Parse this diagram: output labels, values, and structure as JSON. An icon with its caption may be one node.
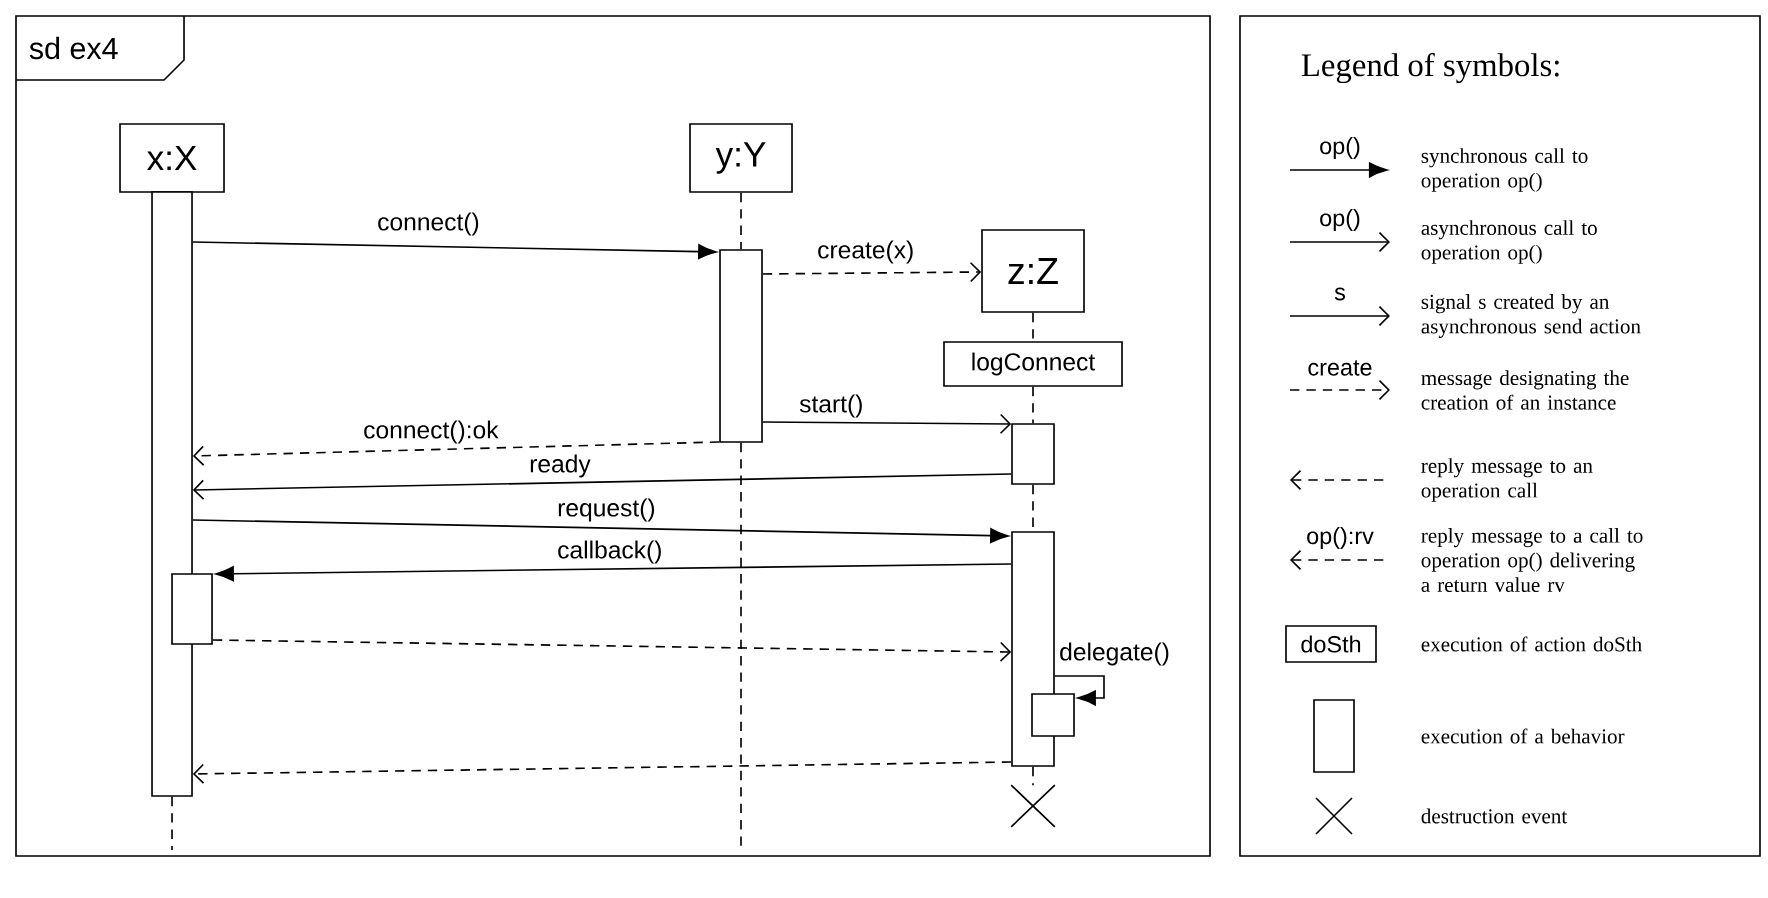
{
  "diagram": {
    "nodes": [
      {
        "text": [
          "sd ex4"
        ]
      },
      {
        "text": [
          "x:X"
        ],
        "in": 0
      },
      {
        "text": [
          "y:Y"
        ],
        "in": 0
      },
      {
        "text": [
          "z:Z"
        ],
        "in": 0
      },
      {
        "text": [
          "logConnect"
        ],
        "in": 0
      },
      {
        "text": [],
        "shape": "bar",
        "in": 0
      },
      {
        "text": [],
        "shape": "bar",
        "in": 0
      },
      {
        "text": [],
        "shape": "bar",
        "in": 0
      },
      {
        "text": [],
        "shape": "bar",
        "in": 0
      },
      {
        "text": [],
        "shape": "bar",
        "in": 0
      },
      {
        "text": [],
        "shape": "bar",
        "in": 0
      },
      {
        "text": [
          "Legend of symbols:"
        ]
      },
      {
        "text": [
          "doSth"
        ],
        "in": 11
      },
      {
        "text": [],
        "shape": "cross",
        "in": 0
      }
    ],
    "edges": [
      {
        "from": 5,
        "to": 7,
        "arrow": "to",
        "label": "connect()"
      },
      {
        "from": 7,
        "to": 3,
        "arrow": "to",
        "label": "create(x)",
        "style": "dashed"
      },
      {
        "from": 7,
        "to": 8,
        "arrow": "to",
        "label": "start()"
      },
      {
        "from": 7,
        "to": 5,
        "arrow": "to",
        "label": "connect():ok",
        "style": "dashed"
      },
      {
        "from": 8,
        "to": 5,
        "arrow": "to",
        "label": "ready"
      },
      {
        "from": 5,
        "to": 9,
        "arrow": "to",
        "label": "request()"
      },
      {
        "from": 9,
        "to": 6,
        "arrow": "to",
        "label": "callback()"
      },
      {
        "from": 6,
        "to": 9,
        "arrow": "to",
        "style": "dashed"
      },
      {
        "from": 9,
        "to": 10,
        "arrow": "to",
        "label": "delegate()"
      },
      {
        "from": 9,
        "to": 5,
        "arrow": "to",
        "style": "dashed"
      },
      {
        "from": 2,
        "to": 7,
        "arrow": "none",
        "style": "dashed"
      },
      {
        "from": 7,
        "to": null,
        "arrow": "none",
        "style": "dashed"
      },
      {
        "from": 5,
        "to": null,
        "arrow": "none",
        "style": "dashed"
      },
      {
        "from": 3,
        "to": 4,
        "arrow": "none",
        "style": "dashed"
      },
      {
        "from": 4,
        "to": 8,
        "arrow": "none",
        "style": "dashed"
      },
      {
        "from": 8,
        "to": 9,
        "arrow": "none",
        "style": "dashed"
      },
      {
        "from": 9,
        "to": 13,
        "arrow": "none",
        "style": "dashed"
      }
    ],
    "labels": [
      "op()",
      "op()",
      "s",
      "create",
      "op():rv"
    ],
    "legend": [
      {
        "text": "synchronous call to operation op()"
      },
      {
        "text": "asynchronous call to operation op()"
      },
      {
        "text": "signal s created by an asynchronous send action"
      },
      {
        "text": "message designating the creation of an instance"
      },
      {
        "text": "reply message to an operation call"
      },
      {
        "text": "reply message to a call to operation op() delivering a return value rv"
      },
      {
        "text": "execution of action doSth"
      },
      {
        "text": "execution of a behavior"
      },
      {
        "text": "destruction event"
      }
    ]
  }
}
